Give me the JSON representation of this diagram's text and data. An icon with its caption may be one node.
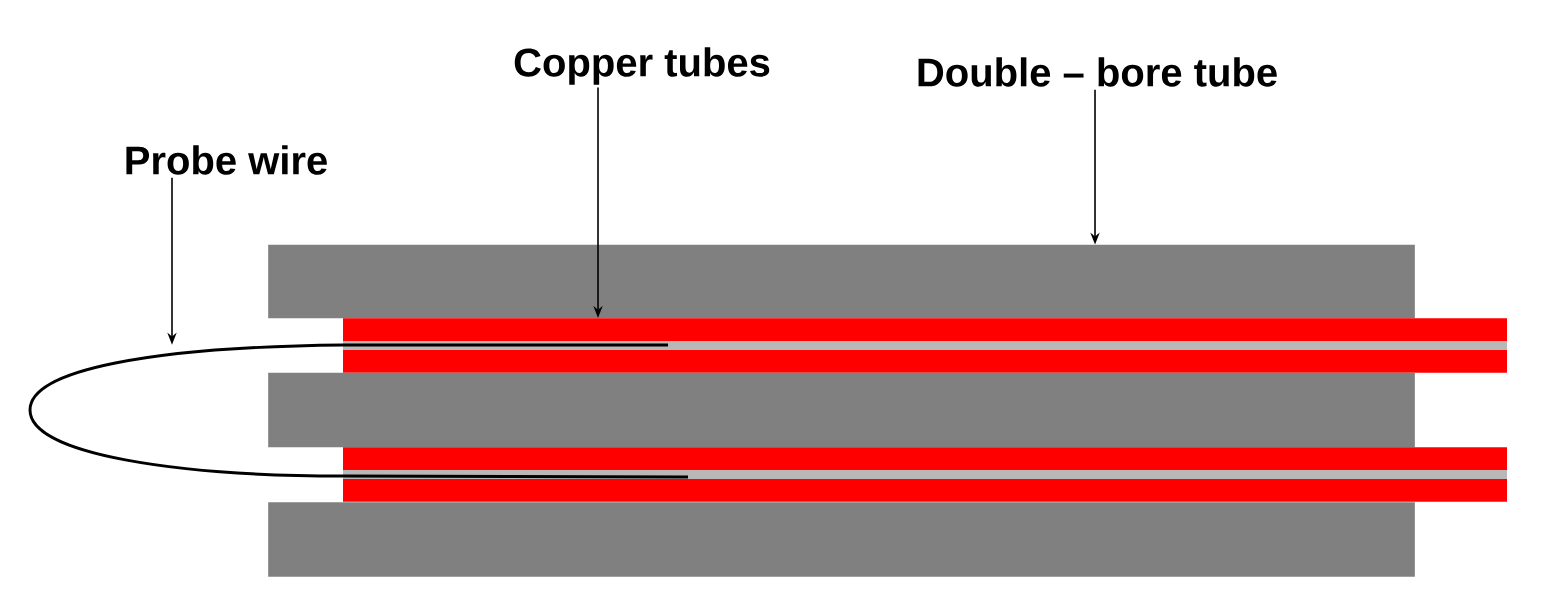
{
  "diagram": {
    "nodes": [
      {
        "text": [
          "Probe wire"
        ]
      },
      {
        "text": [
          "Copper tubes"
        ]
      },
      {
        "text": [
          "Double – bore tube"
        ]
      },
      {
        "text": [],
        "shape": "box"
      },
      {
        "text": [],
        "shape": "bar"
      },
      {
        "text": [],
        "shape": "box"
      },
      {
        "text": [],
        "shape": "bar"
      },
      {
        "text": [],
        "shape": "box"
      },
      {
        "text": [],
        "shape": "wire"
      }
    ],
    "edges": [
      {
        "from": 0,
        "to": 8,
        "arrow": "to"
      },
      {
        "from": 1,
        "to": 4,
        "arrow": "to"
      },
      {
        "from": 2,
        "to": 3,
        "arrow": "to"
      }
    ]
  }
}
